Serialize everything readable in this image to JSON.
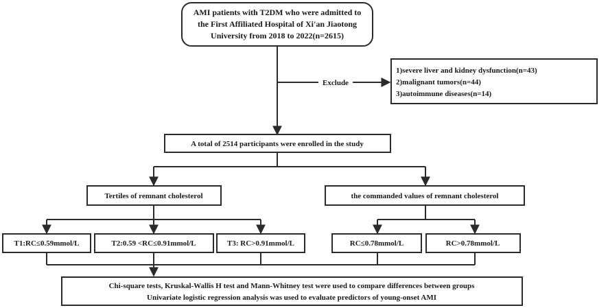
{
  "source": {
    "lines": [
      "AMI patients with T2DM who were admitted to",
      "the First Affiliated Hospital of Xi'an Jiaotong",
      "University from 2018 to 2022(n=2615)"
    ]
  },
  "exclude": {
    "label": "Exclude",
    "items": [
      "1)severe liver and kidney dysfunction(n=43)",
      "2)malignant tumors(n=44)",
      "3)autoimmune diseases(n=14)"
    ]
  },
  "enrolled": {
    "label": "A total of 2514 participants were enrolled in the study"
  },
  "tertiles": {
    "label": "Tertiles of remnant cholesterol",
    "groups": [
      "T1:RC≤0.59mmol/L",
      "T2:0.59 <RC≤0.91mmol/L",
      "T3: RC>0.91mmol/L"
    ]
  },
  "commanded": {
    "label": "the commanded values of remnant cholesterol",
    "groups": [
      "RC≤0.78mmol/L",
      "RC>0.78mmol/L"
    ]
  },
  "analysis": {
    "lines": [
      "Chi-square tests, Kruskal-Wallis H test and Mann-Whitney test were used to compare differences between groups",
      "Univariate logistic regression analysis was used to evaluate predictors of young-onset AMI"
    ]
  }
}
